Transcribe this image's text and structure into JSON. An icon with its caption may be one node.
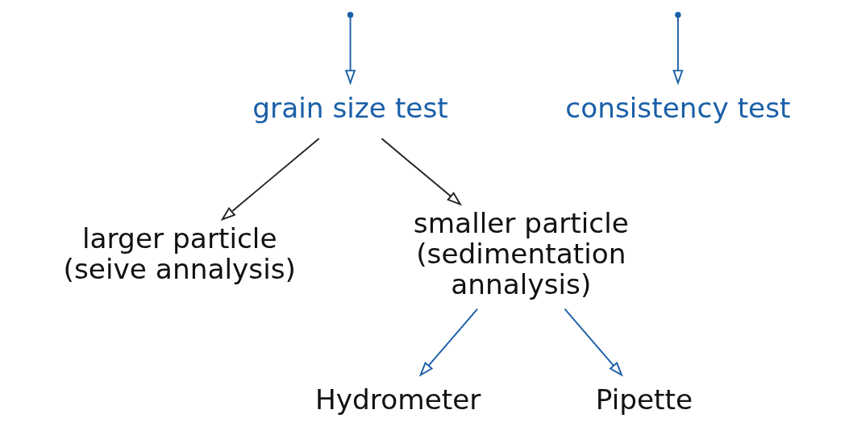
{
  "diagram": {
    "nodes": [
      {
        "text": [
          "grain size test"
        ]
      },
      {
        "text": [
          "consistency test"
        ]
      },
      {
        "text": [
          "larger particle (seive annalysis)"
        ]
      },
      {
        "text": [
          "smaller particle (sedimentation annalysis)"
        ]
      },
      {
        "text": [
          "Hydrometer"
        ]
      },
      {
        "text": [
          "Pipette"
        ]
      }
    ],
    "edges": [
      {
        "from": null,
        "to": 0,
        "arrow": "to"
      },
      {
        "from": null,
        "to": 1,
        "arrow": "to"
      },
      {
        "from": 0,
        "to": 2,
        "arrow": "to",
        "color": "#222222"
      },
      {
        "from": 0,
        "to": 3,
        "arrow": "to",
        "color": "#222222"
      },
      {
        "from": 3,
        "to": 4,
        "arrow": "to"
      },
      {
        "from": 3,
        "to": 5,
        "arrow": "to"
      }
    ]
  }
}
